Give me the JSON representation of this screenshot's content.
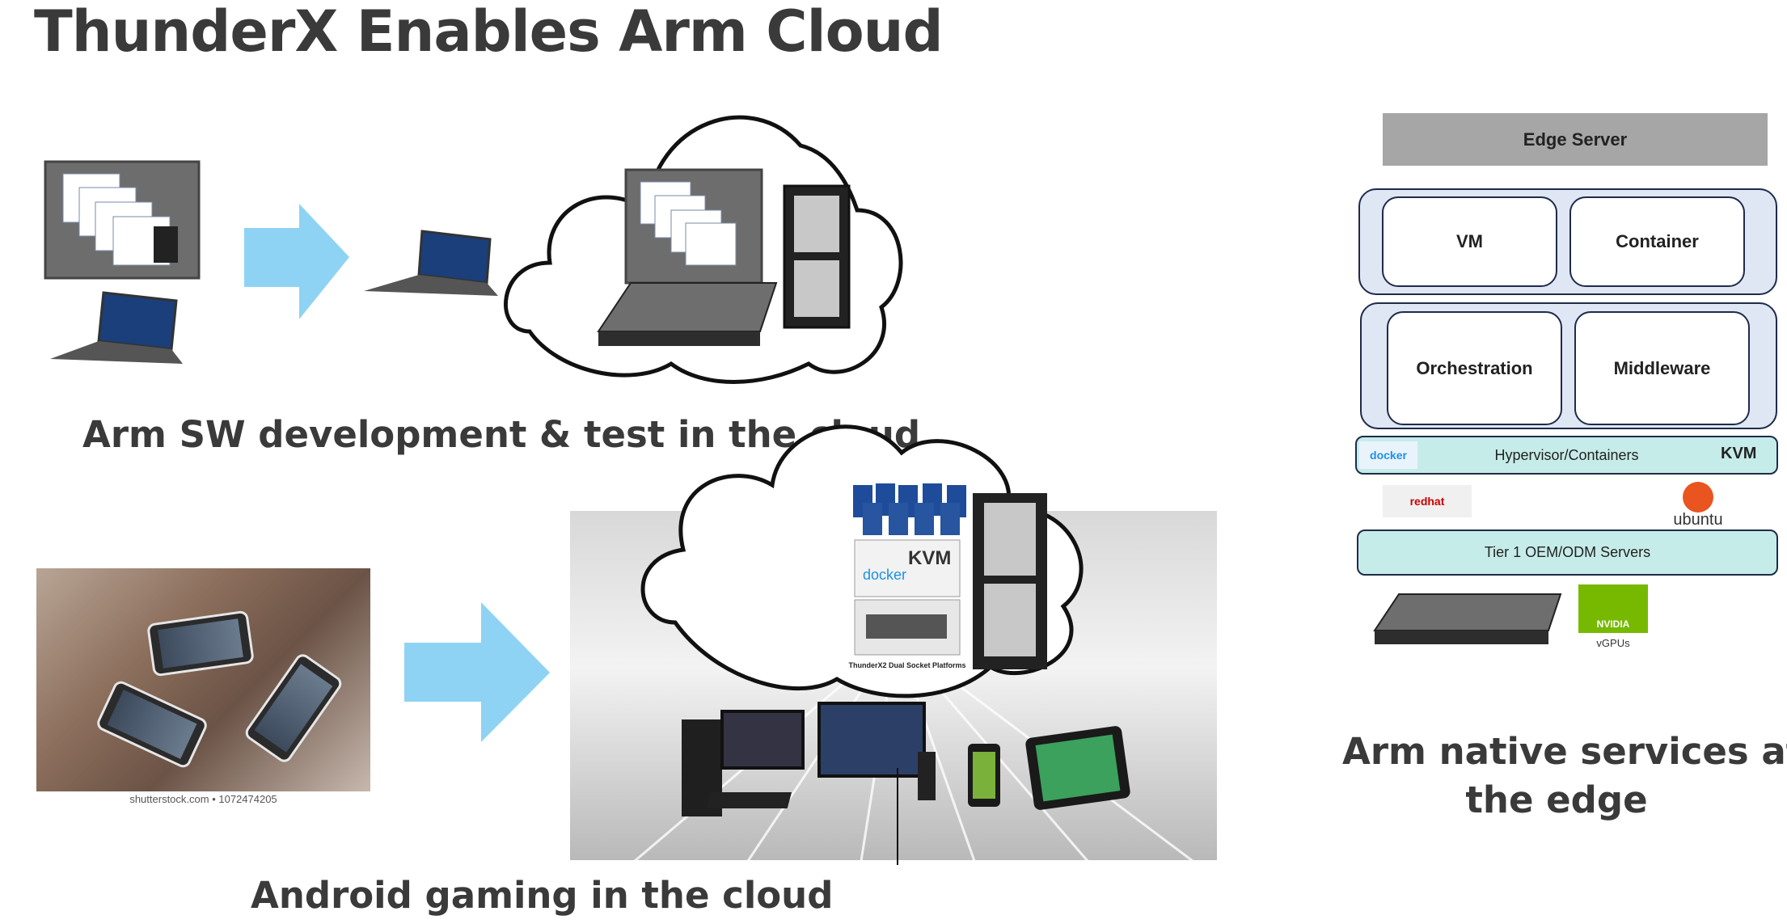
{
  "title": "ThunderX Enables Arm Cloud",
  "captions": {
    "dev": "Arm SW development & test in the cloud",
    "gaming": "Android gaming in the cloud",
    "edge_line1": "Arm native services at",
    "edge_line2": "the edge"
  },
  "photo_credit": "shutterstock.com • 1072474205",
  "cloud_platform_label": "ThunderX2 Dual Socket Platforms",
  "cloud_logos": {
    "docker": "docker",
    "kvm": "KVM"
  },
  "edge_stack": {
    "top_bar": "Edge Server",
    "group1": [
      "VM",
      "Container"
    ],
    "group2": [
      "Orchestration",
      "Middleware"
    ],
    "hypervisor": "Hypervisor/Containers",
    "docker_logo": "docker",
    "kvm_logo": "KVM",
    "redhat_logo": "redhat",
    "ubuntu_logo": "ubuntu",
    "servers": "Tier 1 OEM/ODM Servers",
    "nvidia_logo": "NVIDIA",
    "vgpus": "vGPUs"
  },
  "colors": {
    "arrow": "#8fd3f4",
    "teal": "#c6ece9",
    "group_bg": "#dfe7f5",
    "gray_bar": "#a6a6a6",
    "nvidia": "#76b900",
    "ubuntu": "#e95420",
    "redhat": "#cc0000"
  }
}
